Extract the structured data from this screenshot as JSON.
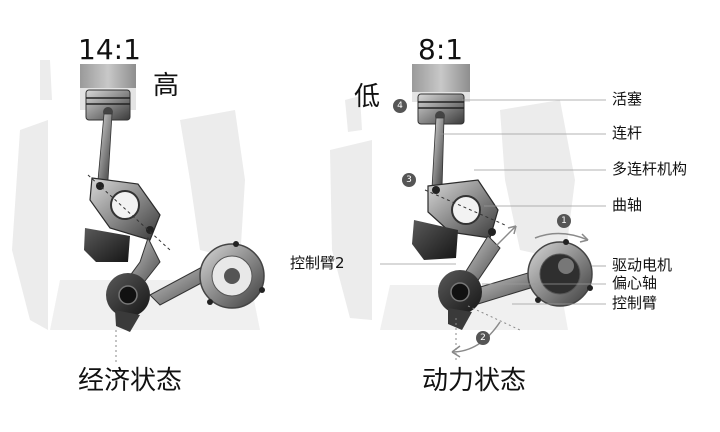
{
  "left": {
    "ratio": "14:1",
    "level": "高",
    "state": "经济状态"
  },
  "right": {
    "ratio": "8:1",
    "level": "低",
    "state": "动力状态",
    "badges": [
      "1",
      "2",
      "3",
      "4"
    ]
  },
  "labels": {
    "piston": "活塞",
    "connecting_rod": "连杆",
    "multi_link": "多连杆机构",
    "crankshaft": "曲轴",
    "drive_motor": "驱动电机",
    "eccentric_shaft": "偏心轴",
    "control_arm": "控制臂",
    "control_arm_2": "控制臂2"
  },
  "colors": {
    "background": "#ffffff",
    "ghost": "#ededed",
    "metal_dark": "#2b2b2b",
    "metal_light": "#bdbdbd",
    "leader": "#9a9a9a",
    "badge": "#555555"
  }
}
